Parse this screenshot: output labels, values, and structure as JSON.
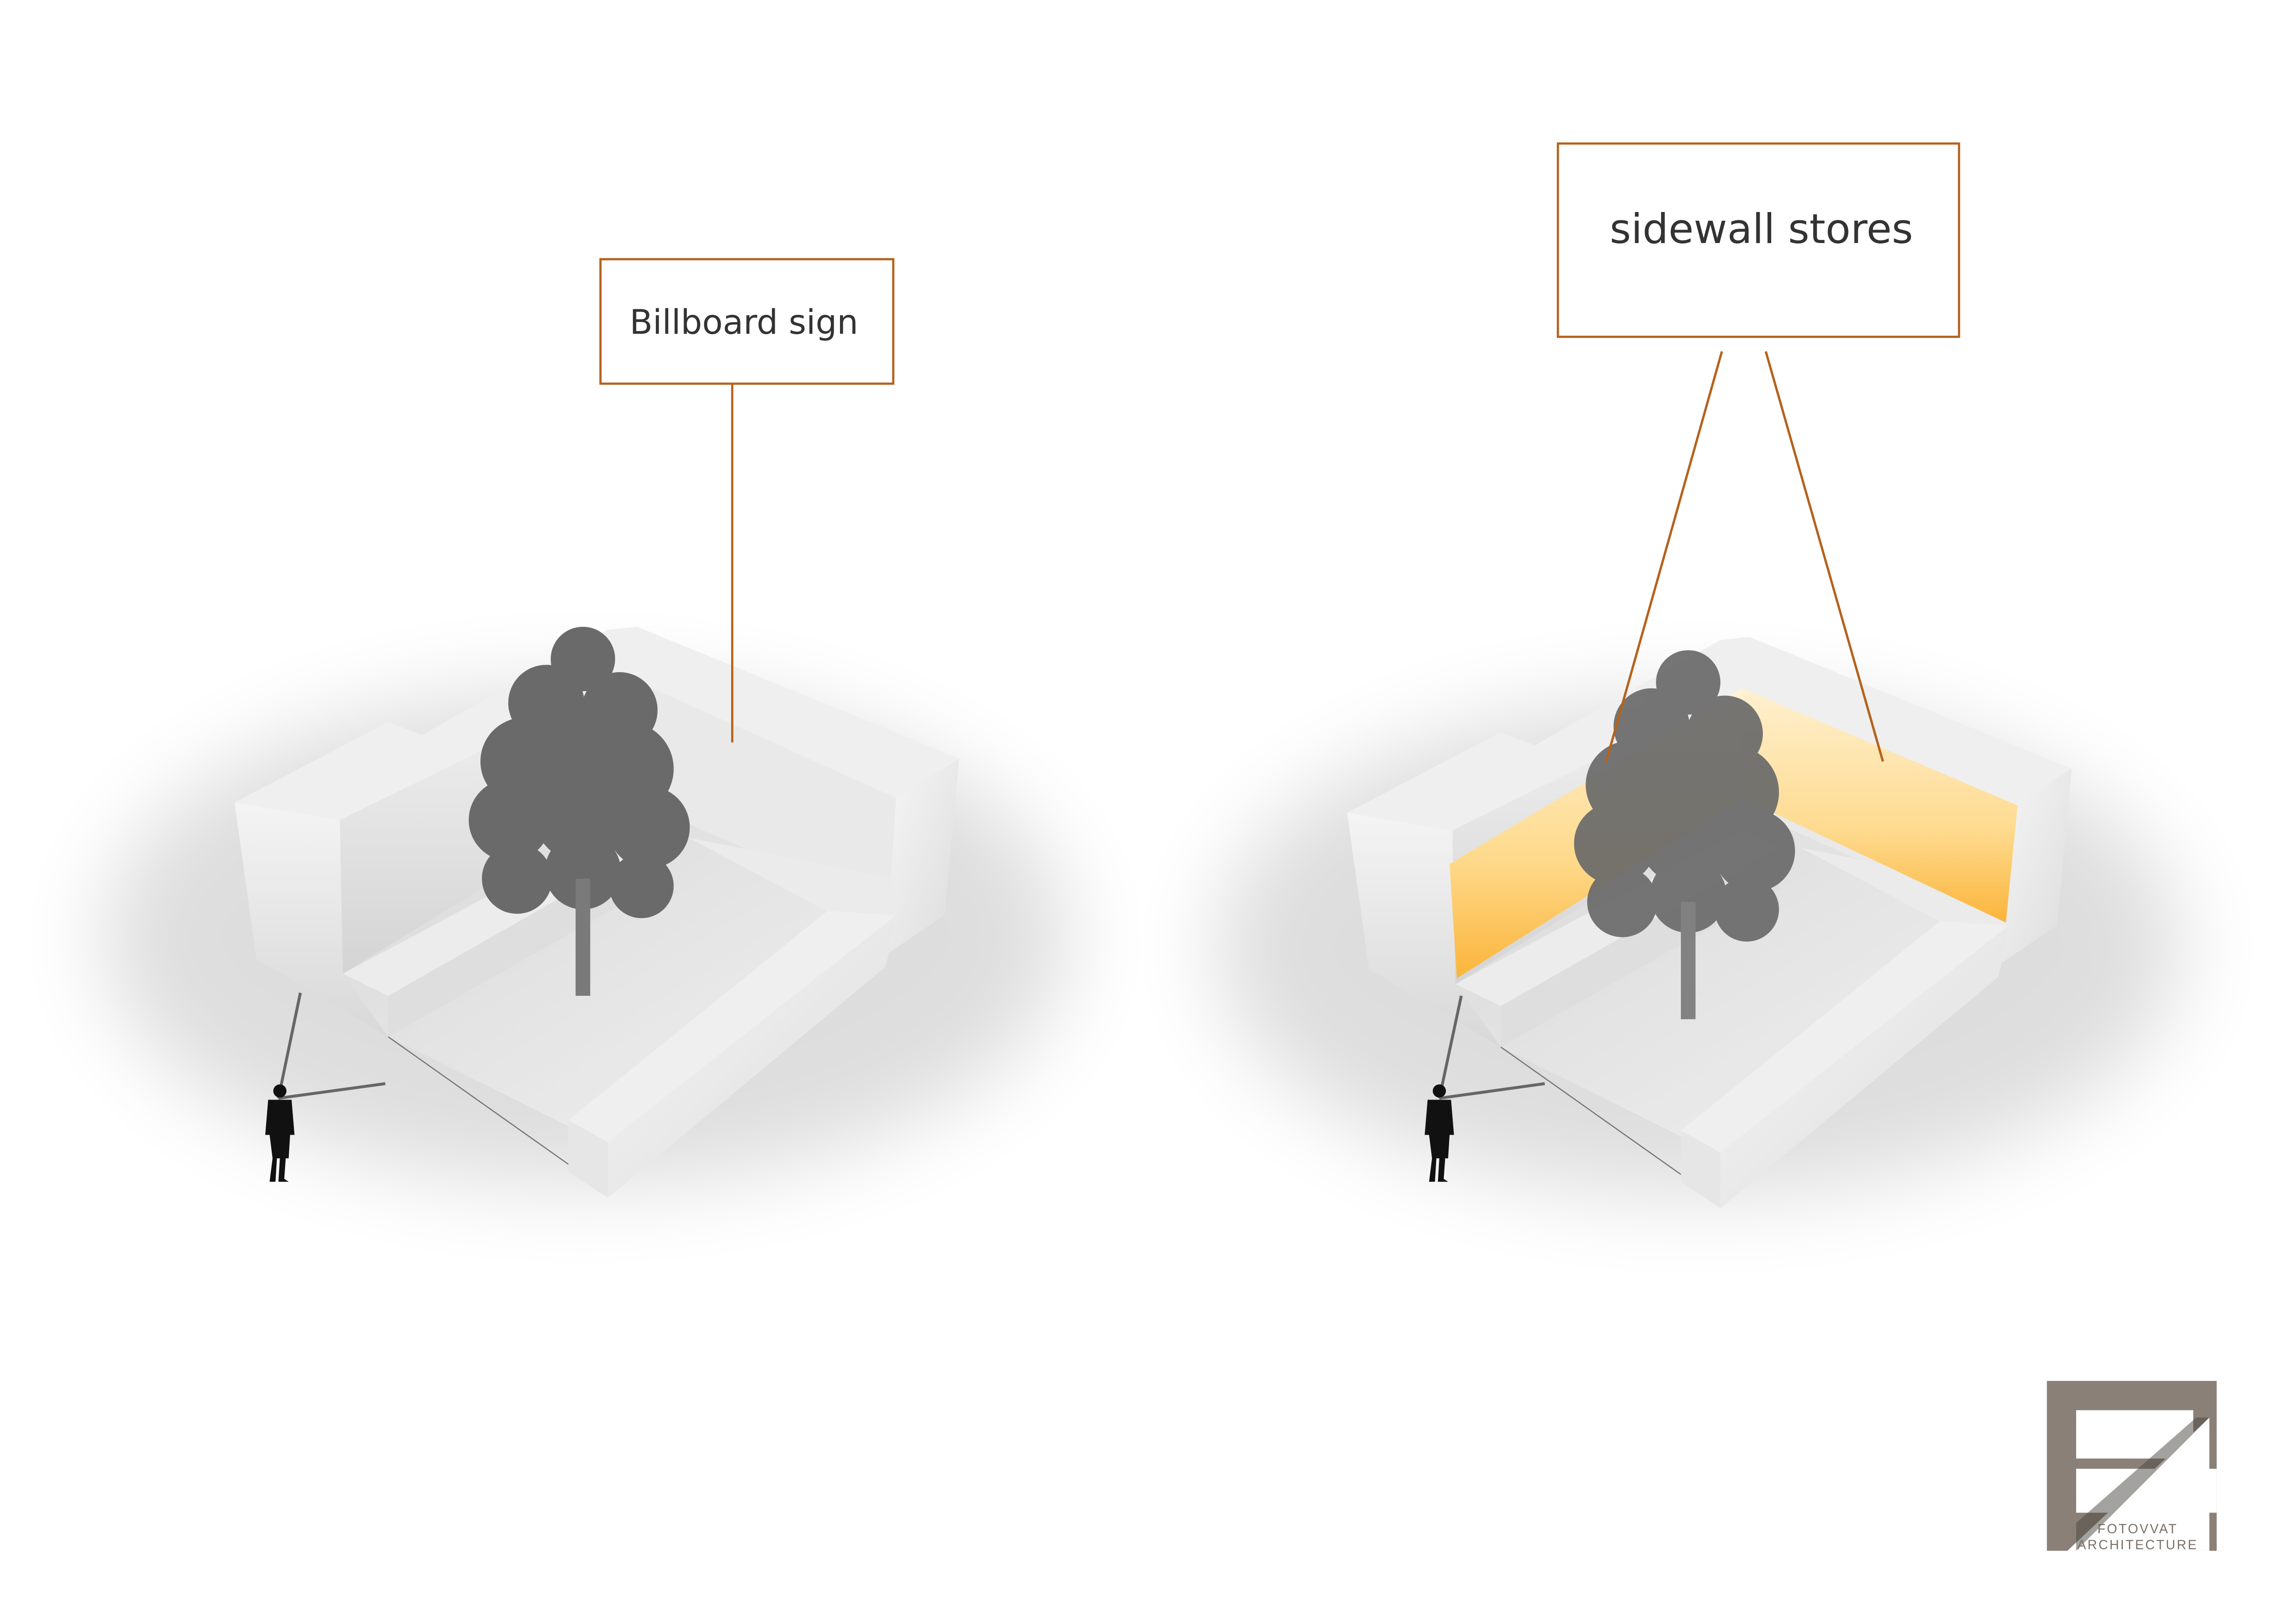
{
  "diagrams": [
    {
      "label": "Billboard sign",
      "highlight": "none"
    },
    {
      "label": "sidewall stores",
      "highlight": "sidewalls"
    }
  ],
  "colors": {
    "callout": "#b5621b",
    "glow": "#fbb43a",
    "logo": "#8a8078"
  },
  "logo": {
    "line1": "FOTOVVAT",
    "line2": "ARCHITECTURE"
  }
}
